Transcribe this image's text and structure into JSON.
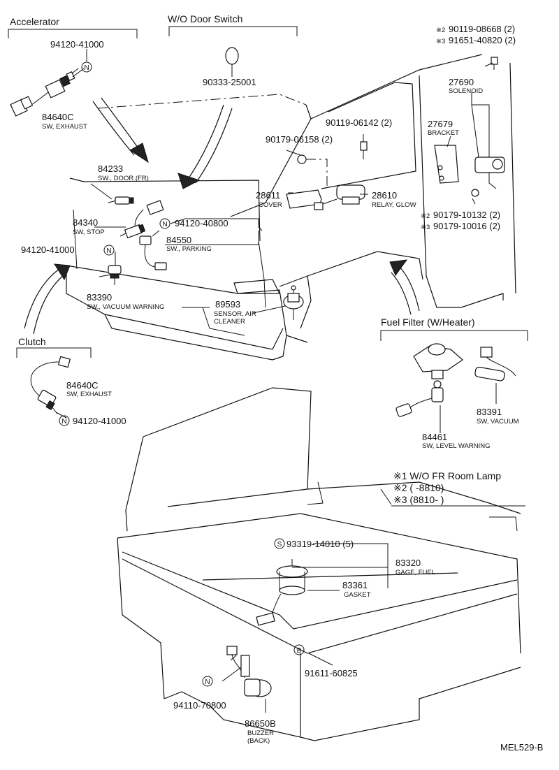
{
  "sections": {
    "accelerator": "Accelerator",
    "door_switch": "W/O Door Switch",
    "clutch": "Clutch",
    "fuel_filter": "Fuel Filter (W/Heater)"
  },
  "parts": {
    "p94120_41000_top": "94120-41000",
    "p84640c_top": "84640C",
    "d84640c_top": "SW, EXHAUST",
    "p90333": "90333-25001",
    "p84233": "84233",
    "d84233": "SW., DOOR (FR)",
    "p84340": "84340",
    "d84340": "SW, STOP",
    "p94120_40800": "94120-40800",
    "p94120_41000_mid": "94120-41000",
    "p84550": "84550",
    "d84550": "SW., PARKING",
    "p83390": "83390",
    "d83390": "SW., VACUUM WARNING",
    "p89593": "89593",
    "d89593a": "SENSOR, AIR",
    "d89593b": "CLEANER",
    "p84640c_clutch": "84640C",
    "d84640c_clutch": "SW, EXHAUST",
    "p94120_41000_clutch": "94120-41000",
    "p90179_06158": "90179-06158 (2)",
    "p90119_06142": "90119-06142 (2)",
    "p28611": "28611",
    "d28611": "COVER",
    "p28610": "28610",
    "d28610": "RELAY, GLOW",
    "p90119_08668": "90119-08668 (2)",
    "p91651_40820": "91651-40820 (2)",
    "p27690": "27690",
    "d27690": "SOLENOID",
    "p27679": "27679",
    "d27679": "BRACKET",
    "p90179_10132": "90179-10132 (2)",
    "p90179_10016": "90179-10016 (2)",
    "p83391": "83391",
    "d83391": "SW, VACUUM",
    "p84461": "84461",
    "d84461": "SW, LEVEL WARNING",
    "p93319": "93319-14010 (5)",
    "p83320": "83320",
    "d83320": "GAGE, FUEL",
    "p83361": "83361",
    "d83361": "GASKET",
    "p91611": "91611-60825",
    "p94110": "94110-70800",
    "p86650b": "86650B",
    "d86650b_a": "BUZZER",
    "d86650b_b": "(BACK)"
  },
  "marks": {
    "n": "N",
    "s": "S",
    "b": "B",
    "ref2": "※2",
    "ref3": "※3"
  },
  "notes": {
    "n1": "※1 W/O FR Room Lamp",
    "n2": "※2 (       -8810)",
    "n3": "※3 (8810-        )"
  },
  "footer_code": "MEL529-B"
}
